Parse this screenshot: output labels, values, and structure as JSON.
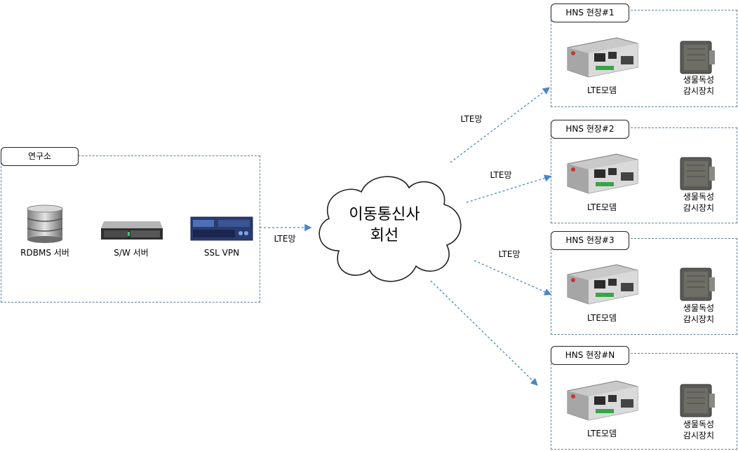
{
  "lab": {
    "title": "연구소",
    "servers": [
      {
        "label": "RDBMS 서버",
        "icon": "database-icon"
      },
      {
        "label": "S/W 서버",
        "icon": "rack-server-icon"
      },
      {
        "label": "SSL VPN",
        "icon": "vpn-appliance-icon"
      }
    ]
  },
  "cloud": {
    "label": "이동통신사\n회선"
  },
  "link_labels": {
    "lab_to_cloud": "LTE망",
    "cloud_to_site1": "LTE망",
    "cloud_to_site2": "LTE망",
    "cloud_to_site3": "LTE망"
  },
  "sites": [
    {
      "title": "HNS 현장#1",
      "modem_label": "LTE모뎀",
      "sensor_label": "생물독성\n감시장치"
    },
    {
      "title": "HNS 현장#2",
      "modem_label": "LTE모뎀",
      "sensor_label": "생물독성\n감시장치"
    },
    {
      "title": "HNS 현장#3",
      "modem_label": "LTE모뎀",
      "sensor_label": "생물독성\n감시장치"
    },
    {
      "title": "HNS 현장#N",
      "modem_label": "LTE모뎀",
      "sensor_label": "생물독성\n감시장치"
    }
  ],
  "colors": {
    "dashed_border": "#5a7fa6",
    "arrow": "#4a86c8"
  }
}
